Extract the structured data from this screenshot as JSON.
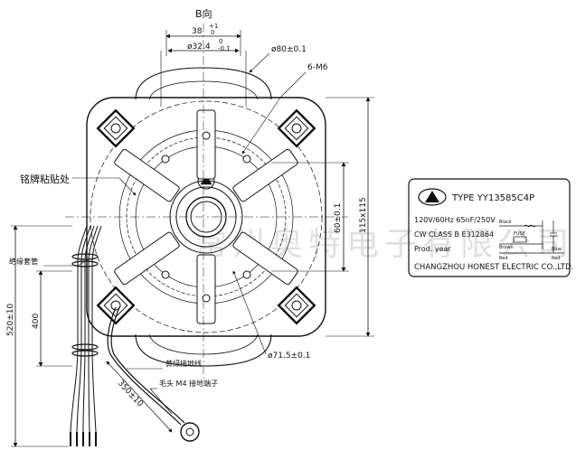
{
  "view_label": "B向",
  "dimensions": {
    "width_38": "38",
    "tol_38_upper": "+1",
    "tol_38_lower": "0",
    "dia_32": "ø32.4",
    "tol_32_upper": "0",
    "tol_32_lower": "-0.1",
    "dia_80": "ø80±0.1",
    "screws": "6-M6",
    "dia_71": "ø71.5±0.1",
    "height_60": "60±0.1",
    "square_115": "115x115",
    "lead_520": "520±10",
    "lead_400": "400",
    "lead_350": "350±10"
  },
  "labels": {
    "nameplate_position": "铭牌粘贴处",
    "insulation_sleeve": "绝缘套管",
    "ground_wire": "黄绿接地线",
    "ground_terminal": "毛头 M4 接地端子"
  },
  "nameplate": {
    "type_line": "TYPE  YY13585C4P",
    "rating_line": "120V/60Hz  65nF/250V",
    "class_line": "CW  CLASS B  E312864",
    "prod_line": "Prod. year",
    "company_line": "CHANGZHOU HONEST ELECTRIC CO.,LTD.",
    "wire_black": "Black",
    "wire_brown": "Brown",
    "wire_red": "Red",
    "wire_blue": "Blue",
    "fuse_label": "FUSE"
  },
  "watermark": "常州奥特电子有限公司",
  "colors": {
    "line": "#111111",
    "watermark": "#c8c8c8"
  }
}
